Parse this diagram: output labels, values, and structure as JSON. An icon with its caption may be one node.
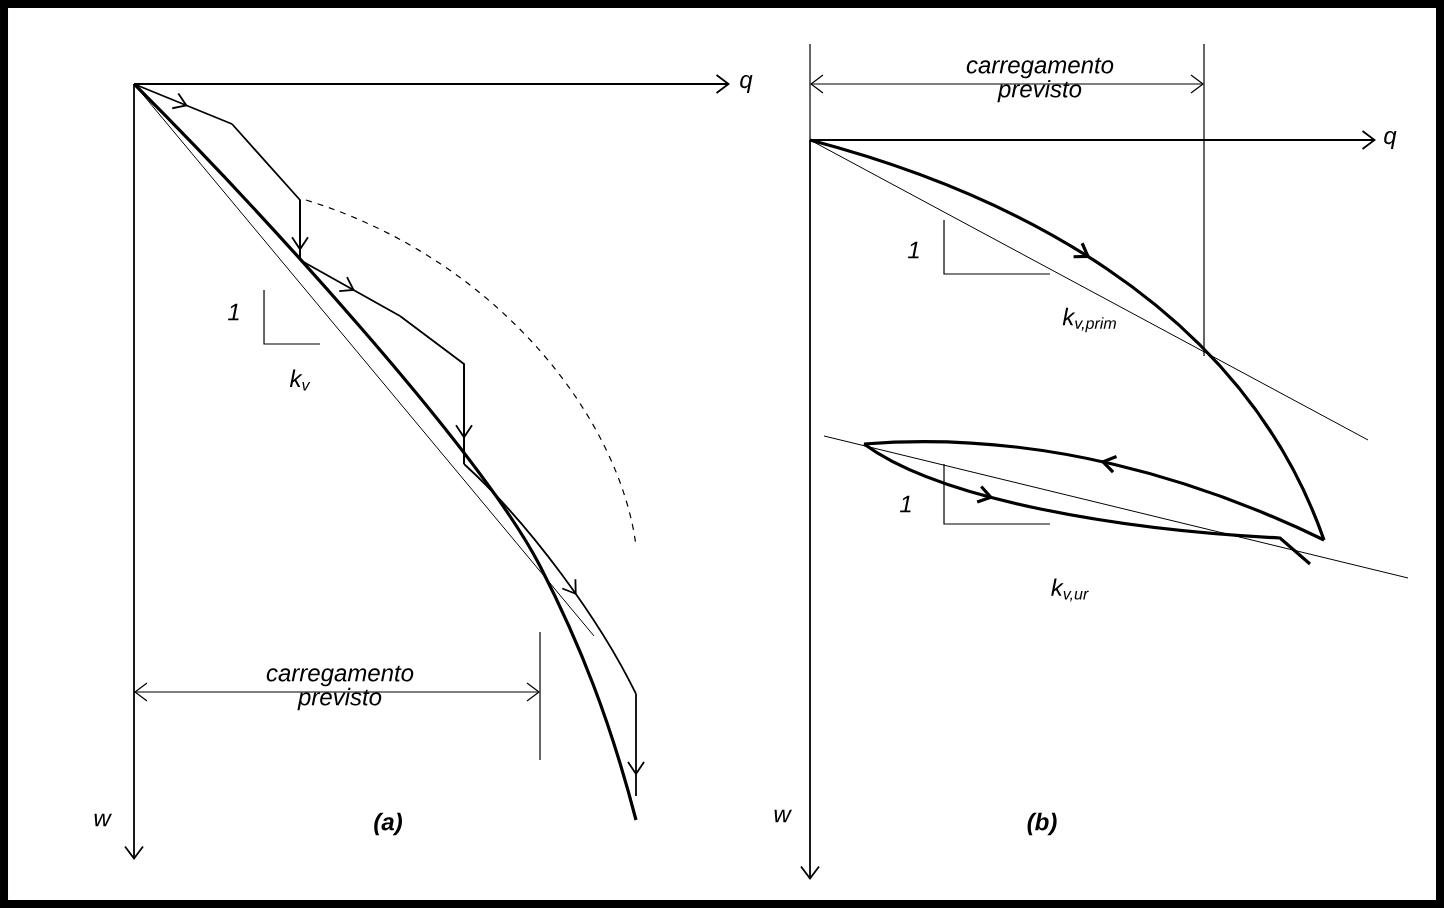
{
  "diagram": {
    "labels": [
      "q",
      "1",
      "k$_{v}$",
      "carregamento previsto",
      "w",
      "(a)",
      "carregamento previsto",
      "q",
      "1",
      "k$_{v,prim}$",
      "1",
      "k$_{v,ur}$",
      "w",
      "(b)"
    ]
  }
}
